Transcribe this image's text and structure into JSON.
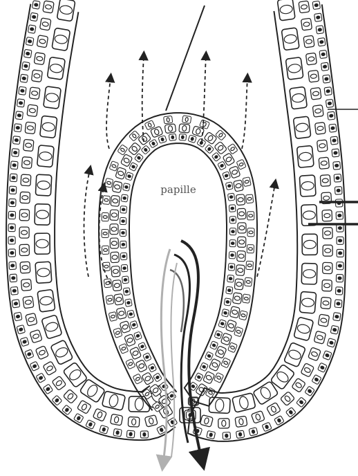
{
  "diagram": {
    "center_label": "papille",
    "colors": {
      "ink": "#222222",
      "light_ink": "#666666",
      "grey_strand": "#b0b0b0",
      "background": "#ffffff"
    },
    "elements": [
      "left-epithelium-wall",
      "right-epithelium-wall",
      "papilla-epithelium",
      "migration-arrows",
      "central-strands",
      "leader-lines"
    ]
  }
}
